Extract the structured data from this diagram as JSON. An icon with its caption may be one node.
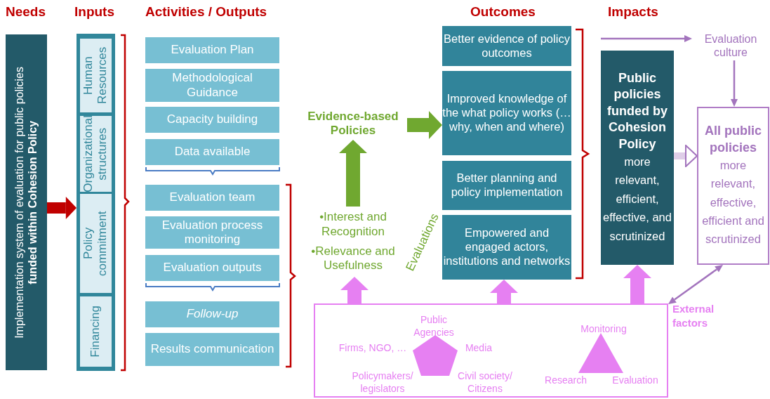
{
  "diagram": {
    "nodes": [
      {
        "text": [
          "Implementation system of evaluation for public policies **funded within Cohesion Policy**"
        ]
      },
      {
        "text": [],
        "shape": "box"
      },
      {
        "text": [
          "Human Resources"
        ],
        "in": 1
      },
      {
        "text": [
          "Organizational structures"
        ],
        "in": 1
      },
      {
        "text": [
          "Policy commitment"
        ],
        "in": 1
      },
      {
        "text": [
          "Financing"
        ],
        "in": 1
      },
      {
        "text": [
          "Evaluation Plan"
        ]
      },
      {
        "text": [
          "Methodological Guidance"
        ]
      },
      {
        "text": [
          "Capacity building"
        ]
      },
      {
        "text": [
          "Data available"
        ]
      },
      {
        "text": [
          "Evaluation team"
        ]
      },
      {
        "text": [
          "Evaluation process monitoring"
        ]
      },
      {
        "text": [
          "Evaluation outputs"
        ]
      },
      {
        "text": [
          "Follow-up"
        ]
      },
      {
        "text": [
          "Results communication"
        ]
      },
      {
        "text": [
          "Evidence-based Policies"
        ]
      },
      {
        "text": [
          "•Interest and Recognition",
          "•Relevance and Usefulness"
        ]
      },
      {
        "text": [
          "Better evidence of policy outcomes"
        ]
      },
      {
        "text": [
          "Improved knowledge of the what policy works (…why, when and where)"
        ]
      },
      {
        "text": [
          "Better planning and policy implementation"
        ]
      },
      {
        "text": [
          "Empowered and engaged actors, institutions and networks"
        ]
      },
      {
        "text": [
          "Evaluation culture"
        ]
      },
      {
        "text": [
          "Public policies funded by Cohesion Policy",
          "more relevant, efficient, effective, and scrutinized"
        ]
      },
      {
        "text": [
          "All public policies",
          "more relevant, effective, efficient and scrutinized"
        ]
      },
      {
        "text": [],
        "shape": "box"
      },
      {
        "text": [],
        "shape": "pentagon",
        "in": 24,
        "beside": [
          "Public Agencies",
          "Firms, NGO, …",
          "Media",
          "Policymakers/ legislators",
          "Civil society/ Citizens"
        ]
      },
      {
        "text": [],
        "shape": "triangle",
        "in": 24,
        "beside": [
          "Monitoring",
          "Research",
          "Evaluation"
        ]
      }
    ],
    "edges": [
      {
        "from": 0,
        "to": 1,
        "arrow": "to",
        "color": "#c00000"
      },
      {
        "from": 16,
        "to": 15,
        "arrow": "to",
        "color": "#70a830"
      },
      {
        "from": 15,
        "to": 18,
        "arrow": "to",
        "color": "#70a830"
      },
      {
        "from": null,
        "to": 21,
        "arrow": "to",
        "color": "#a374bd"
      },
      {
        "from": 21,
        "to": 23,
        "arrow": "to",
        "color": "#a374bd"
      },
      {
        "from": 22,
        "to": 23,
        "arrow": "to",
        "color": "#a374bd"
      },
      {
        "from": 23,
        "to": 24,
        "arrow": "both",
        "color": "#a374bd"
      },
      {
        "from": 24,
        "to": 16,
        "arrow": "to",
        "color": "#e680f2"
      },
      {
        "from": 24,
        "to": 20,
        "arrow": "to",
        "color": "#e680f2"
      },
      {
        "from": 24,
        "to": 22,
        "arrow": "to",
        "color": "#e680f2"
      }
    ],
    "labels": [
      "Needs",
      "Inputs",
      "Activities / Outputs",
      "Outcomes",
      "Impacts",
      "Evaluations",
      "External factors"
    ]
  }
}
